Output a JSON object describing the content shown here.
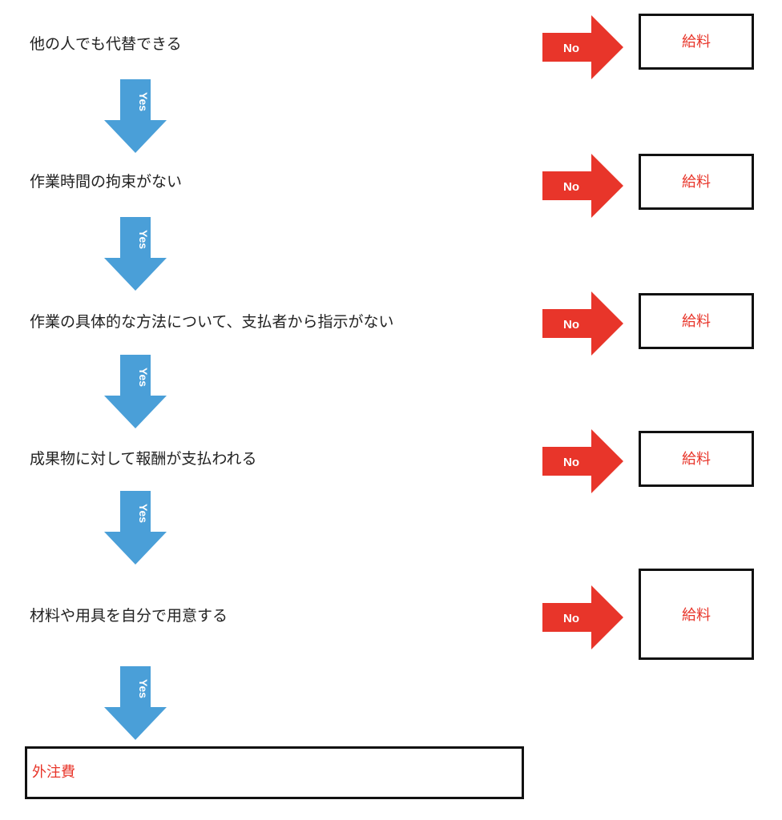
{
  "colors": {
    "yes_arrow": "#4a9fd8",
    "no_arrow": "#e8352a",
    "result_text": "#e8352a",
    "box_border": "#111111",
    "question_text": "#222222"
  },
  "steps": [
    {
      "question": "他の人でも代替できる",
      "yes_label": "Yes",
      "no_label": "No",
      "result": "給料"
    },
    {
      "question": "作業時間の拘束がない",
      "yes_label": "Yes",
      "no_label": "No",
      "result": "給料"
    },
    {
      "question": "作業の具体的な方法について、支払者から指示がない",
      "yes_label": "Yes",
      "no_label": "No",
      "result": "給料"
    },
    {
      "question": "成果物に対して報酬が支払われる",
      "yes_label": "Yes",
      "no_label": "No",
      "result": "給料"
    },
    {
      "question": "材料や用具を自分で用意する",
      "yes_label": "Yes",
      "no_label": "No",
      "result": "給料"
    }
  ],
  "final_result": "外注費"
}
